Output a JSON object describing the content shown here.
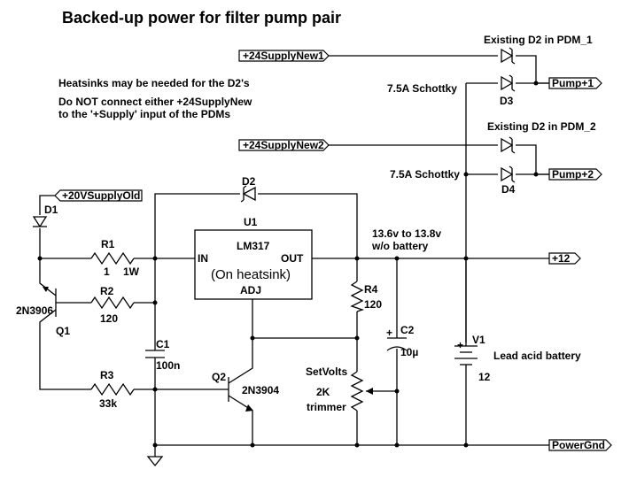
{
  "title": "Backed-up power for filter pump pair",
  "notes": {
    "heatsink": "Heatsinks may be needed for the D2's",
    "warning_1": "Do NOT connect either +24SupplyNew",
    "warning_2": "to the '+Supply' input of the PDMs"
  },
  "nets": {
    "supply_new_1": "+24SupplyNew1",
    "supply_new_2": "+24SupplyNew2",
    "supply_old": "+20VSupplyOld",
    "pump_1": "Pump+1",
    "pump_2": "Pump+2",
    "rail_12": "+12",
    "ground": "PowerGnd"
  },
  "diode_labels": {
    "existing_1": "Existing D2 in PDM_1",
    "existing_2": "Existing D2 in PDM_2",
    "schottky_1": "7.5A Schottky",
    "schottky_2": "7.5A Schottky",
    "d1": "D1",
    "d2": "D2",
    "d3": "D3",
    "d4": "D4"
  },
  "regulator": {
    "ref": "U1",
    "part": "LM317",
    "in": "IN",
    "out": "OUT",
    "adj": "ADJ",
    "note": "(On heatsink)"
  },
  "output_note_1": "13.6v to 13.8v",
  "output_note_2": "w/o battery",
  "components": {
    "r1_ref": "R1",
    "r1_val": "1",
    "r1_power": "1W",
    "r2_ref": "R2",
    "r2_val": "120",
    "r3_ref": "R3",
    "r3_val": "33k",
    "r4_ref": "R4",
    "r4_val": "120",
    "c1_ref": "C1",
    "c1_val": "100n",
    "c2_ref": "C2",
    "c2_val": "10µ",
    "c2_plus": "+",
    "q1_ref": "Q1",
    "q1_part": "2N3906",
    "q2_ref": "Q2",
    "q2_part": "2N3904",
    "trim_name": "SetVolts",
    "trim_val": "2K",
    "trim_type": "trimmer",
    "v1_ref": "V1",
    "v1_val": "12",
    "v1_desc": "Lead acid battery",
    "v1_plus": "+"
  }
}
